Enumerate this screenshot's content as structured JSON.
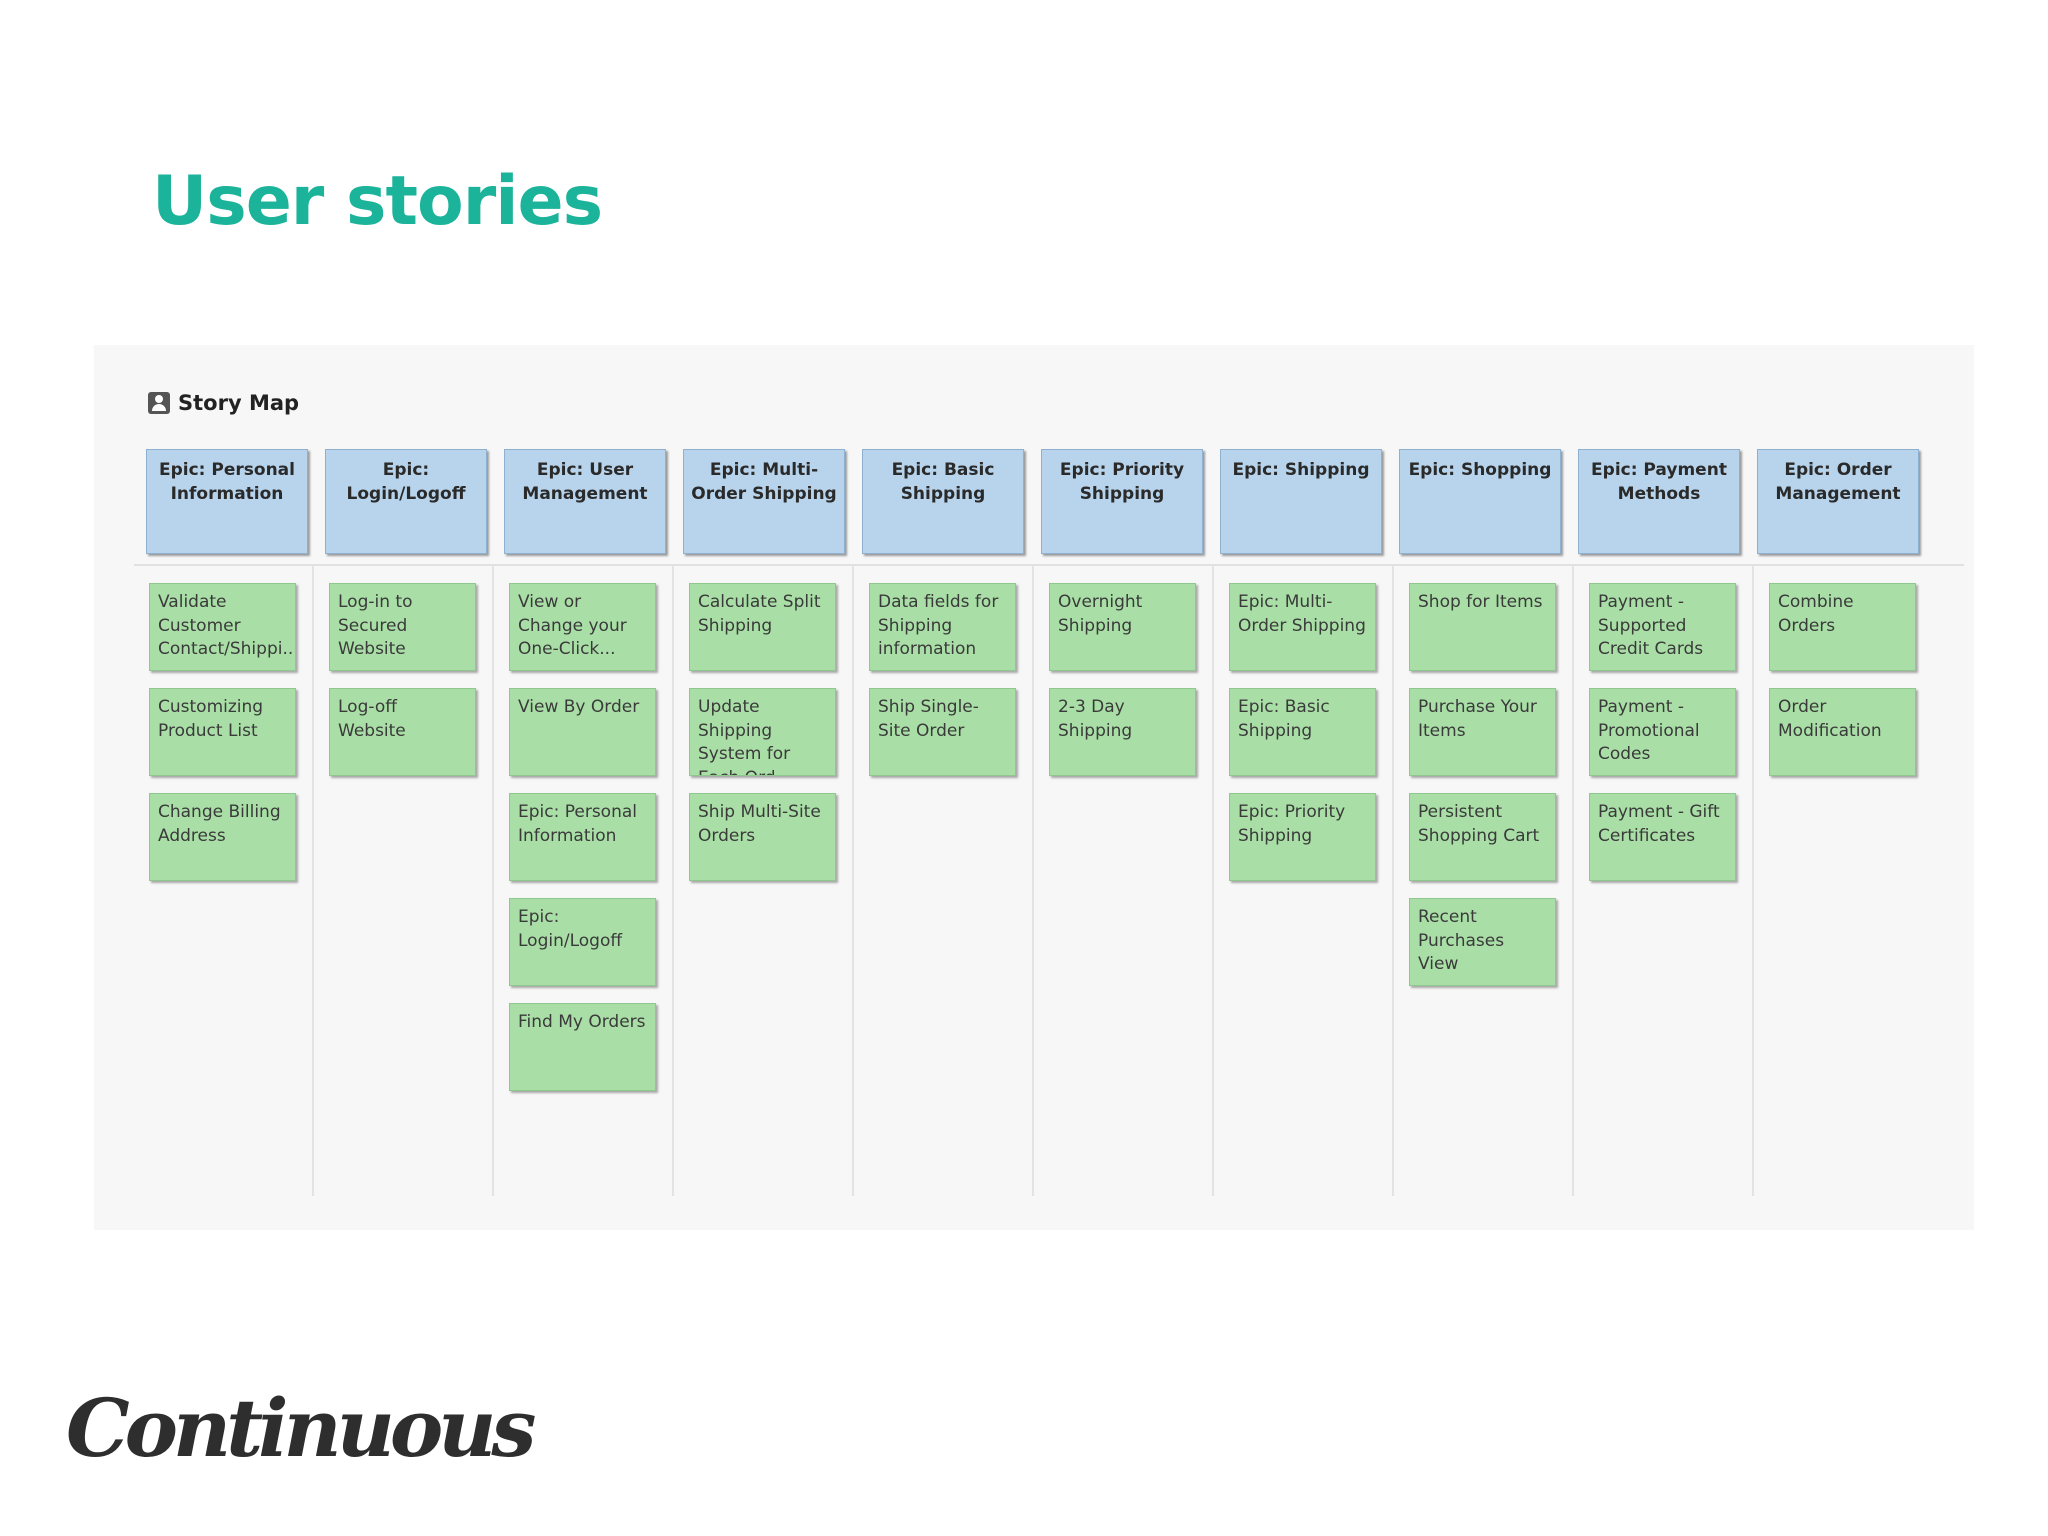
{
  "slide": {
    "title": "User stories",
    "logo_text": "Continuous"
  },
  "story_map": {
    "title": "Story Map",
    "icon": "user-icon",
    "colors": {
      "epic_fill": "#b8d4ec",
      "story_fill": "#a9dfa6",
      "title_accent": "#1bb39a"
    },
    "columns": [
      {
        "epic": "Epic: Personal Information",
        "stories": [
          "Validate Customer Contact/Shippi...",
          "Customizing Product List",
          "Change Billing Address"
        ]
      },
      {
        "epic": "Epic: Login/Logoff",
        "stories": [
          "Log-in to Secured Website",
          "Log-off Website"
        ]
      },
      {
        "epic": "Epic: User Management",
        "stories": [
          "View or Change your One-Click...",
          "View By Order",
          "Epic: Personal Information",
          "Epic: Login/Logoff",
          "Find My Orders"
        ]
      },
      {
        "epic": "Epic: Multi-Order Shipping",
        "stories": [
          "Calculate Split Shipping",
          "Update Shipping System for Each Ord...",
          "Ship Multi-Site Orders"
        ]
      },
      {
        "epic": "Epic: Basic Shipping",
        "stories": [
          "Data fields for Shipping information",
          "Ship Single-Site Order"
        ]
      },
      {
        "epic": "Epic: Priority Shipping",
        "stories": [
          "Overnight Shipping",
          "2-3 Day Shipping"
        ]
      },
      {
        "epic": "Epic: Shipping",
        "stories": [
          "Epic: Multi-Order Shipping",
          "Epic: Basic Shipping",
          "Epic: Priority Shipping"
        ]
      },
      {
        "epic": "Epic: Shopping",
        "stories": [
          "Shop for Items",
          "Purchase Your Items",
          "Persistent Shopping Cart",
          "Recent Purchases View"
        ]
      },
      {
        "epic": "Epic: Payment Methods",
        "stories": [
          "Payment - Supported Credit Cards",
          "Payment - Promotional Codes",
          "Payment - Gift Certificates"
        ]
      },
      {
        "epic": "Epic: Order Management",
        "stories": [
          "Combine Orders",
          "Order Modification"
        ]
      }
    ]
  }
}
